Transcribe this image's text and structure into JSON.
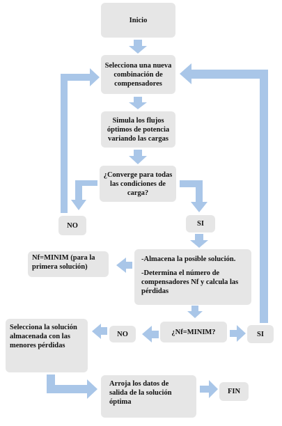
{
  "flowchart": {
    "inicio": "Inicio",
    "selecciona": "Selecciona una nueva combinación de compensadores",
    "simula": "Simula los flujos óptimos de potencia variando las cargas",
    "converge": "¿Converge para todas las condiciones de carga?",
    "no_1": "NO",
    "si_1": "SI",
    "nf_minim": "Nf=MINIM (para la primera solución)",
    "almacena": "-Almacena la posible solución.",
    "determina": "-Determina el número de compensadores Nf y calcula las pérdidas",
    "decision_2": "¿Nf=MINIM?",
    "no_2": "NO",
    "si_2": "SI",
    "selecciona_solucion": "Selecciona la solución almacenada con las menores pérdidas",
    "arroja": "Arroja los datos de salida de la solución óptima",
    "fin": "FIN"
  },
  "colors": {
    "box_fill": "#e6e6e6",
    "arrow": "#a9c6e8"
  }
}
